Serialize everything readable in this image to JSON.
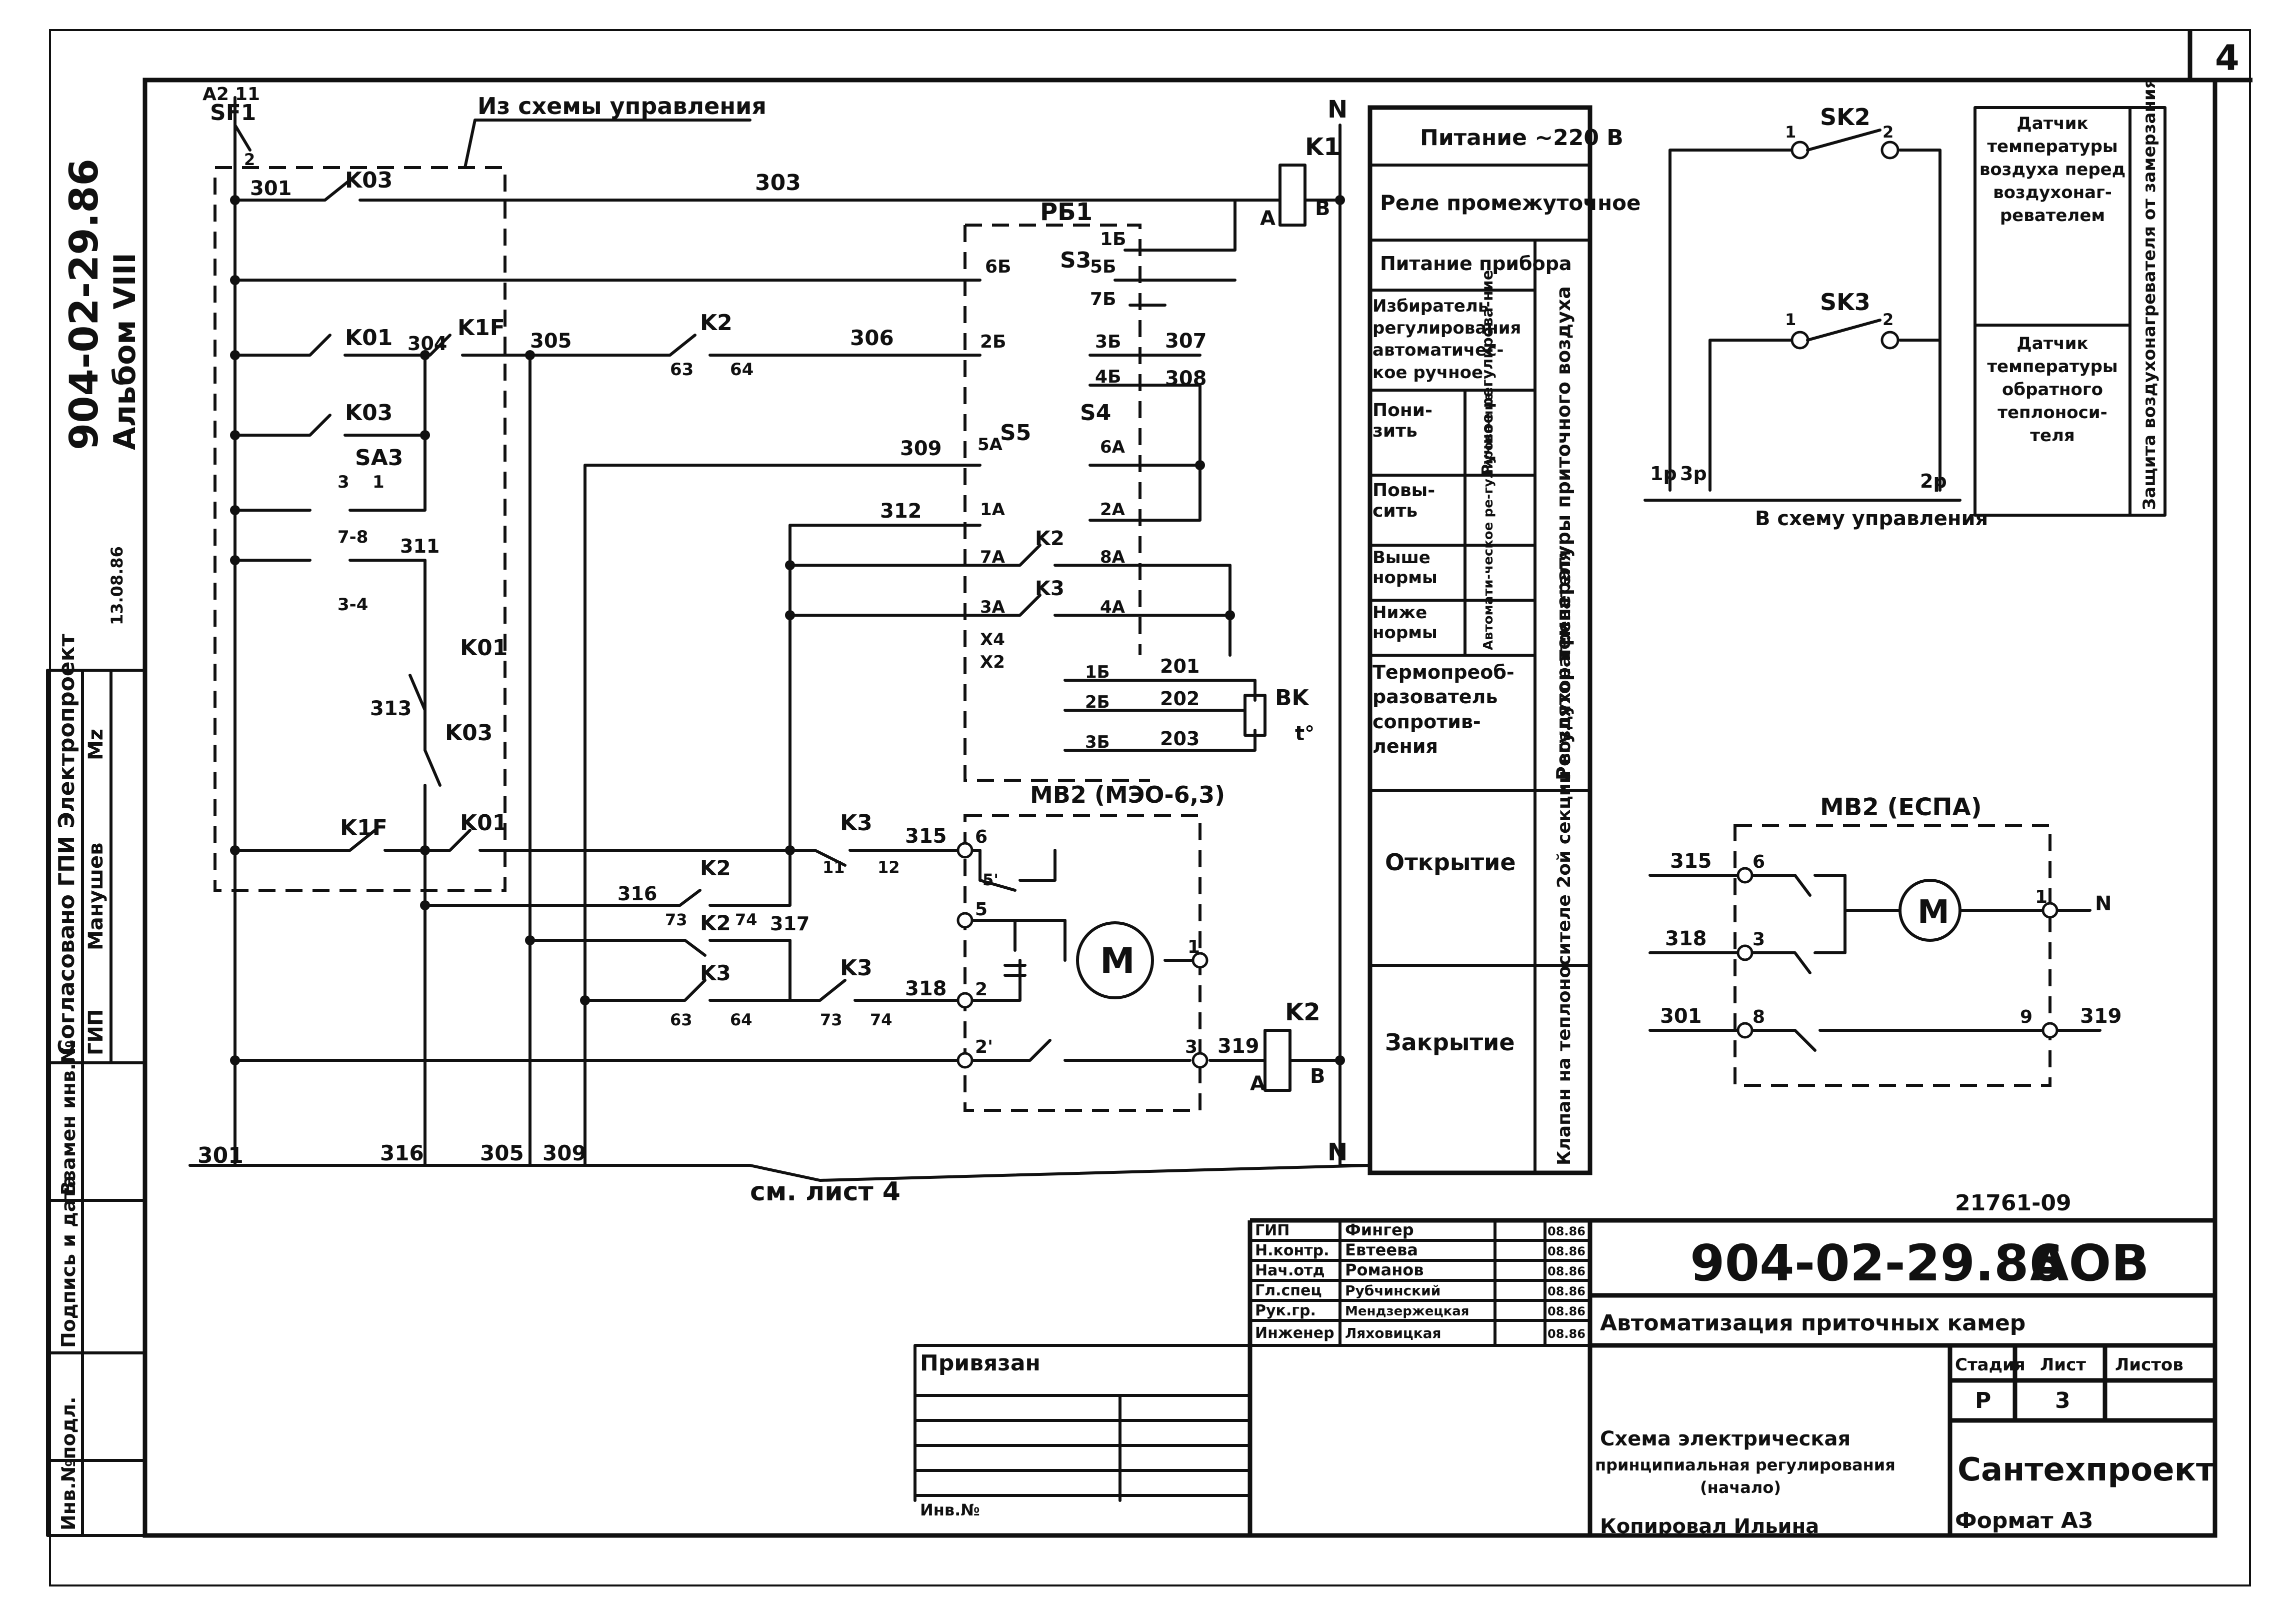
{
  "sheet_corner_number": "4",
  "left_margin": {
    "drawing_code": "904-02-29.86",
    "album": "Альбом VIII",
    "approval_signature": "13.08.86",
    "approval_title": "Согласовано ГПИ  Электропроект",
    "approval_rows": [
      {
        "position": "ГИП",
        "name": "Манушев",
        "signature": "Mz"
      }
    ],
    "stamp_fields": [
      "Взамен инв.№",
      "Подпись и дата",
      "Инв.№подл."
    ]
  },
  "schematic": {
    "breaker_label": "SF1",
    "breaker_terminals": [
      "A2",
      "11",
      "2"
    ],
    "from_control_note": "Из схемы управления",
    "neutral": "N",
    "see_sheet": "см. лист 4",
    "relay_k1": {
      "name": "K1",
      "pin_a": "A",
      "pin_b": "B"
    },
    "relay_k2": {
      "name": "K2",
      "pin_a": "A",
      "pin_b": "B"
    },
    "switch_rb1": "РБ1",
    "switches": [
      "S3",
      "S4",
      "S5",
      "SA3"
    ],
    "contacts": [
      "K03",
      "K01",
      "K1F",
      "K1",
      "K2",
      "K3",
      "K01",
      "K03",
      "K1F",
      "K01"
    ],
    "wire_labels": [
      "301",
      "303",
      "304",
      "305",
      "306",
      "307",
      "308",
      "309",
      "312",
      "313",
      "311",
      "315",
      "316",
      "317",
      "318",
      "319",
      "201",
      "202",
      "203"
    ],
    "bottom_wires": [
      "301",
      "316",
      "305",
      "309"
    ],
    "rb_terminals": [
      "1Б",
      "5Б",
      "7Б",
      "6Б",
      "2Б",
      "3Б",
      "4Б",
      "5А",
      "6А",
      "1А",
      "2А",
      "7А",
      "8А",
      "3А",
      "4А"
    ],
    "x_terminals": [
      "X4",
      "X2",
      "1Б",
      "2Б",
      "3Б"
    ],
    "sensor_bk": "BK",
    "sensor_symbol": "t°",
    "actuator_mv2_meo": "MB2 (МЭО-6,3)",
    "motor_symbol": "M",
    "actuator_terminals": [
      "6",
      "5",
      "5'",
      "2",
      "2'",
      "1",
      "3"
    ],
    "k_pins": [
      "63",
      "64",
      "73",
      "74",
      "11",
      "12"
    ],
    "sa3_pins": [
      "3",
      "1",
      "7-8",
      "3-4"
    ]
  },
  "function_table": [
    {
      "text": "Питание ~220 В"
    },
    {
      "text": "Реле промежуточное"
    },
    {
      "text": "Питание прибора"
    },
    {
      "text": "Избиратель регулирования автоматичес-кое ручное"
    },
    {
      "text": "Пони-зить"
    },
    {
      "text": "Повы-сить"
    },
    {
      "text": "Выше нормы"
    },
    {
      "text": "Ниже нормы"
    },
    {
      "text": "Термопреоб-разователь сопротив-ления"
    },
    {
      "text": "Открытие"
    },
    {
      "text": "Закрытие"
    }
  ],
  "function_table_side": {
    "manual": "Ручное регулирова-ние",
    "auto": "Автомати-ческое ре-гулирова-ние",
    "regulator": "Регулятор температуры приточного воздуха",
    "valve": "Клапан на теплоносителе 2ой секции воздухонагревателя"
  },
  "right_schematic": {
    "sk2": "SK2",
    "sk3": "SK3",
    "sk_pins": [
      "1",
      "2"
    ],
    "terminals": [
      "1р",
      "3р",
      "2р"
    ],
    "to_control_note": "В схему управления",
    "sensor1": "Датчик температуры воздуха перед воздухонаг-ревателем",
    "sensor2": "Датчик температуры обратного теплоноси-теля",
    "protection": "Защита воздухонагревателя от замерзания",
    "mv2_espa": "MB2 (ЕСПА)",
    "espa_wires": [
      "315",
      "318",
      "301",
      "319"
    ],
    "espa_pins": [
      "6",
      "3",
      "8",
      "1",
      "9"
    ],
    "neutral": "N"
  },
  "title_block": {
    "doc_number": "21761-09",
    "code": "904-02-29.86",
    "mark": "АОВ",
    "project_title": "Автоматизация приточных камер",
    "sheet_title_1": "Схема электрическая",
    "sheet_title_2": "принципиальная регулирования",
    "sheet_title_3": "(начало)",
    "organization": "Сантехпроект",
    "stage_label": "Стадия",
    "sheet_label": "Лист",
    "sheets_label": "Листов",
    "stage": "Р",
    "sheet": "3",
    "bound_label": "Привязан",
    "inv_label": "Инв.№",
    "copied": "Копировал  Ильина",
    "format": "Формат А3",
    "signatures": [
      {
        "role": "ГИП",
        "name": "Фингер",
        "date": "08.86"
      },
      {
        "role": "Н.контр.",
        "name": "Евтеева",
        "date": "08.86"
      },
      {
        "role": "Нач.отд",
        "name": "Романов",
        "date": "08.86"
      },
      {
        "role": "Гл.спец",
        "name": "Рубчинский",
        "date": "08.86"
      },
      {
        "role": "Рук.гр.",
        "name": "Мендзержецкая",
        "date": "08.86"
      },
      {
        "role": "Инженер",
        "name": "Ляховицкая",
        "date": "08.86"
      }
    ]
  }
}
